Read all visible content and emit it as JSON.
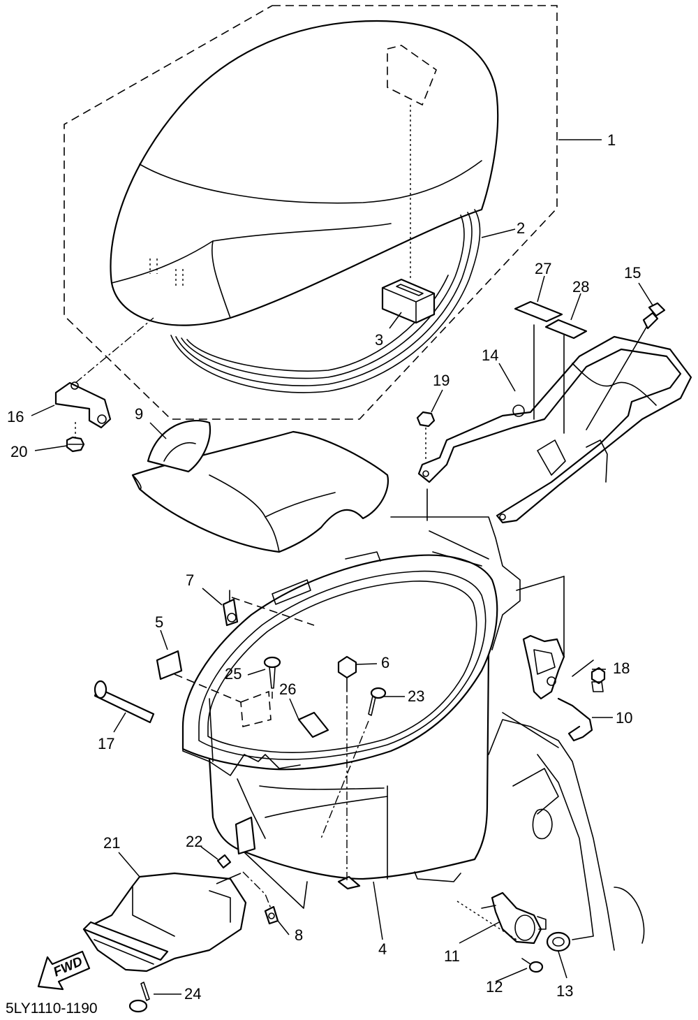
{
  "diagram": {
    "drawing_code": "5LY1110-1190",
    "direction_label": "FWD",
    "callouts": [
      {
        "id": "1",
        "text": "1"
      },
      {
        "id": "2",
        "text": "2"
      },
      {
        "id": "3",
        "text": "3"
      },
      {
        "id": "4",
        "text": "4"
      },
      {
        "id": "5",
        "text": "5"
      },
      {
        "id": "6",
        "text": "6"
      },
      {
        "id": "7",
        "text": "7"
      },
      {
        "id": "8",
        "text": "8"
      },
      {
        "id": "9",
        "text": "9"
      },
      {
        "id": "10",
        "text": "10"
      },
      {
        "id": "11",
        "text": "11"
      },
      {
        "id": "12",
        "text": "12"
      },
      {
        "id": "13",
        "text": "13"
      },
      {
        "id": "14",
        "text": "14"
      },
      {
        "id": "15",
        "text": "15"
      },
      {
        "id": "16",
        "text": "16"
      },
      {
        "id": "17",
        "text": "17"
      },
      {
        "id": "18",
        "text": "18"
      },
      {
        "id": "19",
        "text": "19"
      },
      {
        "id": "20",
        "text": "20"
      },
      {
        "id": "21",
        "text": "21"
      },
      {
        "id": "22",
        "text": "22"
      },
      {
        "id": "23",
        "text": "23"
      },
      {
        "id": "24",
        "text": "24"
      },
      {
        "id": "25",
        "text": "25"
      },
      {
        "id": "26",
        "text": "26"
      },
      {
        "id": "27",
        "text": "27"
      },
      {
        "id": "28",
        "text": "28"
      }
    ]
  }
}
